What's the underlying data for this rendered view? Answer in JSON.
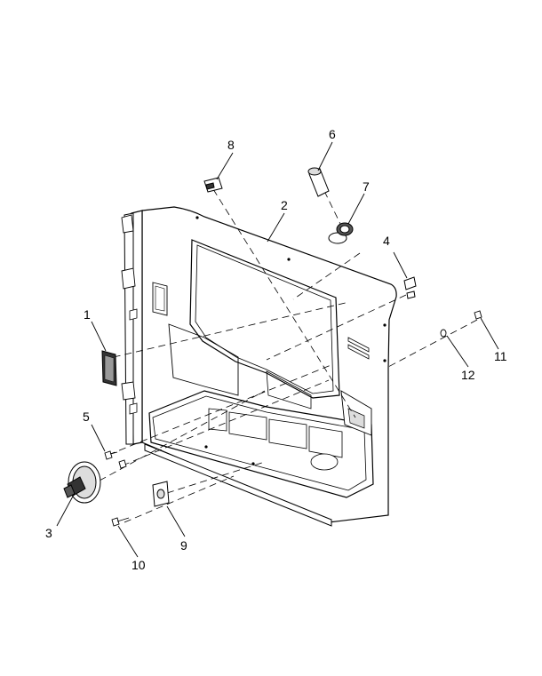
{
  "figure": {
    "callouts": [
      {
        "id": "1",
        "label": "1"
      },
      {
        "id": "2",
        "label": "2"
      },
      {
        "id": "3",
        "label": "3"
      },
      {
        "id": "4",
        "label": "4"
      },
      {
        "id": "5",
        "label": "5"
      },
      {
        "id": "6",
        "label": "6"
      },
      {
        "id": "7",
        "label": "7"
      },
      {
        "id": "8",
        "label": "8"
      },
      {
        "id": "9",
        "label": "9"
      },
      {
        "id": "10",
        "label": "10"
      },
      {
        "id": "11",
        "label": "11"
      },
      {
        "id": "12",
        "label": "12"
      }
    ],
    "footer_left": "",
    "footer_right": ""
  },
  "colors": {
    "line": "#000000",
    "part_fill": "#ffffff",
    "detail_fill": "#dddddd",
    "dark_fill": "#333333"
  }
}
